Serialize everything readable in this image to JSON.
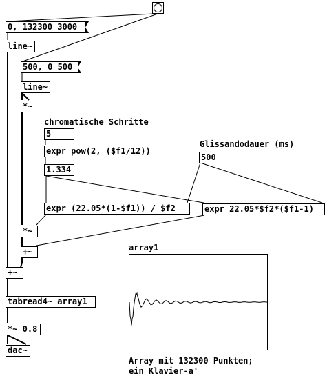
{
  "patch": {
    "messages": {
      "line1_msg": "0, 132300 3000",
      "line2_msg": "500, 0 500"
    },
    "objects": {
      "line1": "line~",
      "line2": "line~",
      "mul1": "*~",
      "pow_expr": "expr pow(2, ($f1/12))",
      "expr_a": "expr (22.05*(1-$f1)) / $f2",
      "expr_b": "expr 22.05*$f2*($f1-1)",
      "mul2": "*~",
      "add1": "+~",
      "add2": "+~",
      "tabread": "tabread4~ array1",
      "mul_gain": "*~ 0.8",
      "dac": "dac~"
    },
    "numbers": {
      "steps": "5",
      "ratio": "1.334",
      "glide": "500"
    },
    "comments": {
      "chromatic": "chromatische Schritte",
      "glide_label": "Glissandodauer (ms)",
      "array_name": "array1",
      "array_note_1": "Array mit 132300 Punkten;",
      "array_note_2": "ein Klavier-a'"
    }
  }
}
